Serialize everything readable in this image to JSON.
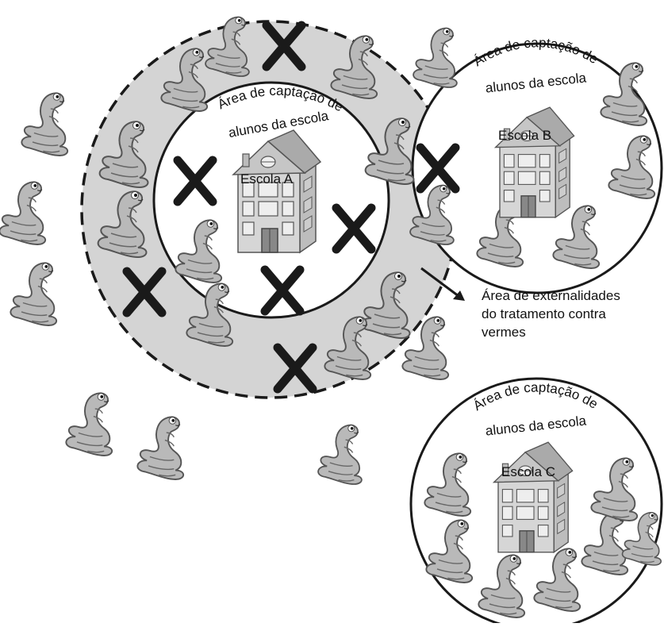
{
  "diagram": {
    "schools": [
      {
        "id": "A",
        "name": "Escola A",
        "catchment_label_line1": "Área de captação de",
        "catchment_label_line2": "alunos da escola"
      },
      {
        "id": "B",
        "name": "Escola B",
        "catchment_label_line1": "Área de captação de",
        "catchment_label_line2": "alunos da escola"
      },
      {
        "id": "C",
        "name": "Escola C",
        "catchment_label_line1": "Área de captação de",
        "catchment_label_line2": "alunos da escola"
      }
    ],
    "externality_label": {
      "line1": "Área de externalidades",
      "line2": "do tratamento contra",
      "line3": "vermes"
    },
    "colors": {
      "externality_zone": "#d4d4d4",
      "circle_stroke": "#1a1a1a",
      "worm_fill": "#b9b9b9",
      "worm_stroke": "#555555",
      "cross": "#1a1a1a",
      "building_wall": "#d6d6d6",
      "building_roof": "#c2c2c2",
      "window": "#eeeeee"
    },
    "icons": [
      "worm-icon",
      "cross-icon",
      "school-building-icon",
      "arrow-icon"
    ]
  }
}
